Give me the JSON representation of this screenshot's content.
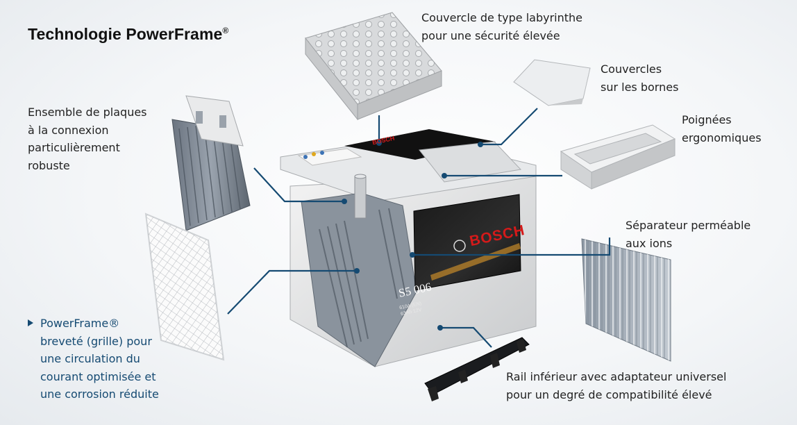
{
  "title": {
    "text": "Technologie PowerFrame",
    "mark": "®"
  },
  "labels": {
    "cover_labyrinth": [
      "Couvercle de type labyrinthe",
      "pour une sécurité élevée"
    ],
    "terminal_covers": [
      "Couvercles",
      "sur les bornes"
    ],
    "handles": [
      "Poignées",
      "ergonomiques"
    ],
    "plates": [
      "Ensemble de plaques",
      "à la connexion",
      "particulièrement",
      "robuste"
    ],
    "separator": [
      "Séparateur perméable",
      "aux ions"
    ],
    "rail": [
      "Rail inférieur avec adaptateur universel",
      "pour un degré de compatibilité élevé"
    ],
    "powerframe": [
      "PowerFrame®",
      "breveté (grille) pour",
      "une circulation du",
      "courant optimisée et",
      "une corrosion réduite"
    ]
  },
  "battery": {
    "brand": "BOSCH",
    "model": "S5 006",
    "spec_lines": [
      "610A (EN)",
      "63Ah 12V"
    ]
  },
  "colors": {
    "line": "#154a72",
    "brand_red": "#d51a1a",
    "label_dark": "#222222"
  }
}
